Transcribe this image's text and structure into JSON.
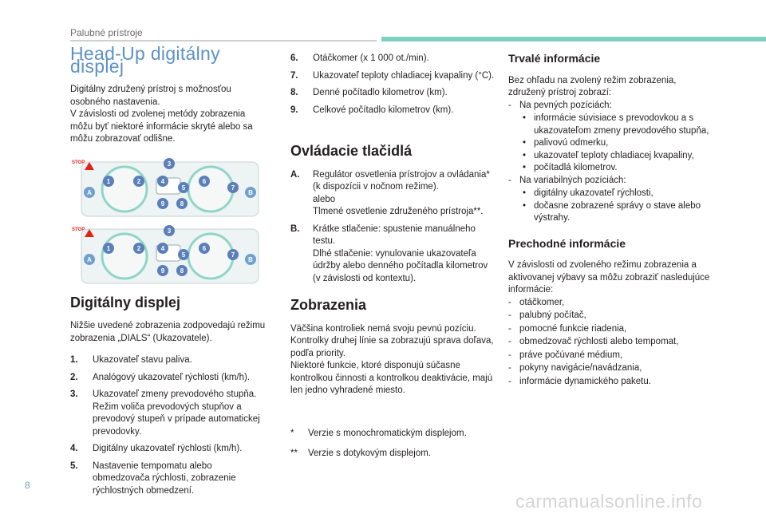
{
  "header": {
    "title": "Palubné prístroje"
  },
  "page_number": "8",
  "watermark": "carmanualsonline.info",
  "col1": {
    "title": "Head-Up digitálny displej",
    "intro": "Digitálny združený prístroj s možnosťou osobného nastavenia.\nV závislosti od zvolenej metódy zobrazenia môžu byť niektoré informácie skryté alebo sa môžu zobrazovať odlišne.",
    "section_title": "Digitálny displej",
    "section_intro": "Nižšie uvedené zobrazenia zodpovedajú režimu zobrazenia „DIALS“ (Ukazovatele).",
    "items": [
      {
        "n": "1.",
        "t": "Ukazovateľ stavu paliva."
      },
      {
        "n": "2.",
        "t": "Analógový ukazovateľ rýchlosti (km/h)."
      },
      {
        "n": "3.",
        "t": "Ukazovateľ zmeny prevodového stupňa. Režim voliča prevodových stupňov a prevodový stupeň v prípade automatickej prevodovky."
      },
      {
        "n": "4.",
        "t": "Digitálny ukazovateľ rýchlosti (km/h)."
      },
      {
        "n": "5.",
        "t": "Nastavenie tempomatu alebo obmedzovača rýchlosti, zobrazenie rýchlostných obmedzení."
      }
    ]
  },
  "figure": {
    "labels": [
      "1",
      "2",
      "3",
      "4",
      "5",
      "6",
      "7",
      "8",
      "9",
      "A",
      "B"
    ],
    "stop_text": "STOP",
    "colors": {
      "callout": "#5b7fb8",
      "callout_alt": "#6fa1cf",
      "warning": "#e2231a",
      "ring": "#8fd6c7"
    }
  },
  "col2": {
    "items": [
      {
        "n": "6.",
        "t": "Otáčkomer (x 1 000 ot./min)."
      },
      {
        "n": "7.",
        "t": "Ukazovateľ teploty chladiacej kvapaliny (°C)."
      },
      {
        "n": "8.",
        "t": "Denné počítadlo kilometrov (km)."
      },
      {
        "n": "9.",
        "t": "Celkové počítadlo kilometrov (km)."
      }
    ],
    "controls_title": "Ovládacie tlačidlá",
    "controls": [
      {
        "n": "A.",
        "t": "Regulátor osvetlenia prístrojov a ovládania* (k dispozícii v nočnom režime).\nalebo\nTlmené osvetlenie združeného prístroja**."
      },
      {
        "n": "B.",
        "t": "Krátke stlačenie: spustenie manuálneho testu.\nDlhé stlačenie: vynulovanie ukazovateľa údržby alebo denného počítadla kilometrov (v závislosti od kontextu)."
      }
    ],
    "display_title": "Zobrazenia",
    "display_text": "Väčšina kontroliek nemá svoju pevnú pozíciu. Kontrolky druhej línie sa zobrazujú sprava doľava, podľa priority.\nNiektoré funkcie, ktoré disponujú súčasne kontrolkou činnosti a kontrolkou deaktivácie, majú len jedno vyhradené miesto.",
    "footnotes": [
      {
        "m": "*",
        "t": "Verzie s monochromatickým displejom."
      },
      {
        "m": "**",
        "t": "Verzie s dotykovým displejom."
      }
    ]
  },
  "col3": {
    "permanent_title": "Trvalé informácie",
    "permanent_intro": "Bez ohľadu na zvolený režim zobrazenia, združený prístroj zobrazí:",
    "fixed_label": "Na pevných pozíciách:",
    "fixed_items": [
      "informácie súvisiace s prevodovkou a s ukazovateľom zmeny prevodového stupňa,",
      "palivovú odmerku,",
      "ukazovateľ teploty chladiacej kvapaliny,",
      "počítadlá kilometrov."
    ],
    "variable_label": "Na variabilných pozíciách:",
    "variable_items": [
      "digitálny ukazovateľ rýchlosti,",
      "dočasne zobrazené správy o stave alebo výstrahy."
    ],
    "transient_title": "Prechodné informácie",
    "transient_intro": "V závislosti od zvoleného režimu zobrazenia a aktivovanej výbavy sa môžu zobraziť nasledujúce informácie:",
    "transient_items": [
      "otáčkomer,",
      "palubný počítač,",
      "pomocné funkcie riadenia,",
      "obmedzovač rýchlosti alebo tempomat,",
      "práve počúvané médium,",
      "pokyny navigácie/navádzania,",
      "informácie dynamického paketu."
    ]
  }
}
